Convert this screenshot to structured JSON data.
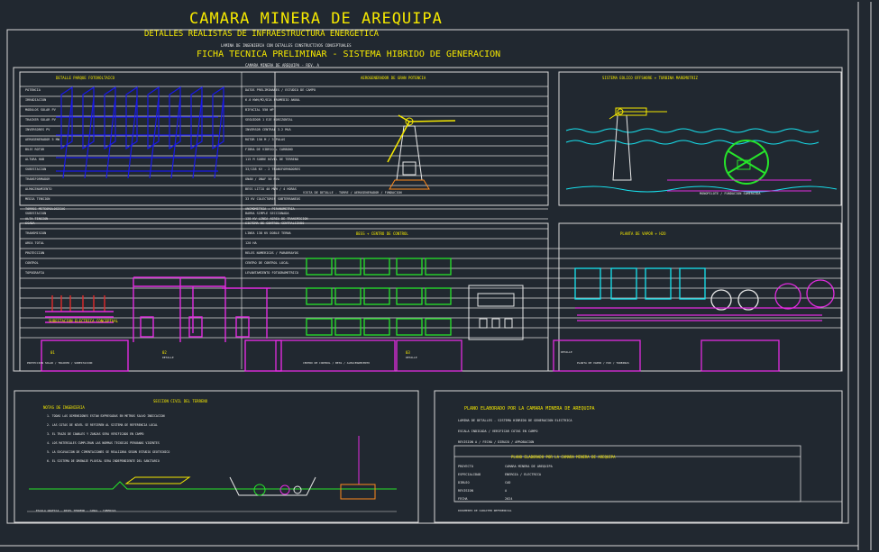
{
  "colors": {
    "background": "#212830",
    "frame": "#d9d9d9",
    "title": "#f5e800",
    "cyan": "#17e3f0",
    "magenta": "#e22ce0",
    "green": "#26e52a",
    "orange": "#ff8a1c",
    "blue": "#1818e8",
    "red": "#e02a2a"
  },
  "titles": {
    "main": "CAMARA MINERA DE AREQUIPA",
    "sub": "DETALLES REALISTAS DE INFRAESTRUCTURA ENERGETICA",
    "caption": "LAMINA DE INGENIERIA CON DETALLES CONSTRUCTIVOS CONCEPTUALES",
    "sheet": "FICHA TECNICA PRELIMINAR - SISTEMA HIBRIDO DE GENERACION",
    "table_caption": "CAMARA MINERA DE AREQUIPA - REV. A"
  },
  "panels": {
    "solar": "DETALLE PARQUE FOTOVOLTAICO",
    "wind": "AEROGENERADOR DE GRAN POTENCIA",
    "offshore": "SISTEMA EOLICO OFFSHORE + TURBINA MAREMOTRIZ",
    "electrical": "SUBESTACION ELECTRICA CONCEPTUAL",
    "bess": "BESS + CENTRO DE CONTROL",
    "hydrogen": "PLANTA DE VAPOR + H2O",
    "civil": "SECCION CIVIL DEL TERRENO",
    "civil_notes_title": "NOTAS DE INGENIERIA",
    "plan": "PLANO ELABORADO POR LA CAMARA MINERA DE AREQUIPA",
    "plan_box_title": "PLANO ELABORADO POR LA CAMARA MINERA DE AREQUIPA"
  },
  "table_left": [
    "POTENCIA",
    "IRRADIACION",
    "MODULOS SOLAR PV",
    "TRACKER SOLAR PV",
    "INVERSORES PV",
    "AEROGENERADOR 5 MW",
    "BUJE ROTOR",
    "ALTURA HUB",
    "SUBESTACION",
    "TRANSFORMADOR",
    "ALMACENAMIENTO",
    "MEDIA TENSION",
    "TORRES METEOROLOGICAS",
    "ALTA TENSION",
    "SUBESTACION",
    "SCADA",
    "TRANSMISION",
    "AREA TOTAL",
    "PROTECCION",
    "CONTROL",
    "TOPOGRAFIA"
  ],
  "table_right": [
    "DATOS PRELIMINARES / ESTUDIO DE CAMPO",
    "6.0 KWH/M2/DIA PROMEDIO ANUAL",
    "BIFACIAL 550 WP",
    "SEGUIDOR 1 EJE HORIZONTAL",
    "INVERSOR CENTRAL 3.2 MVA",
    "ROTOR 150 M / 3 PALAS",
    "FIBRA DE VIDRIO + CARBONO",
    "115 M SOBRE NIVEL DE TERRENO",
    "33/138 KV - 2 TRANSFORMADORES",
    "ONAN / ONAF 50 MVA",
    "BESS LITIO 40 MWH / 4 HORAS",
    "33 KV COLECTORES SUBTERRANEOS",
    "ANEMOMETRIA + PIRANOMETRIA",
    "138 KV LINEA AEREA DE TRANSMISION",
    "BARRA SIMPLE SECCIONADA",
    "SISTEMA DE CONTROL CENTRALIZADO",
    "LINEA 138 KV DOBLE TERNA",
    "120 HA",
    "RELES NUMERICOS / PARARRAYOS",
    "CENTRO DE CONTROL LOCAL",
    "LEVANTAMIENTO FOTOGRAMETRICO"
  ],
  "table_extra": "VISTA DE DETALLE - TORRE / AEROGENERADOR / FUNDACION",
  "offshore_caption": "MONOPILOTE / FUNDACION SUMERGIDA",
  "stamps": [
    {
      "label": "01",
      "sub": "DETALLE",
      "text": "PROYECCION SOLAR / TRACKER / SUBESTACION"
    },
    {
      "label": "02",
      "sub": "DETALLE",
      "text": "CENTRO DE CONTROL / BESS / ALMACENAMIENTO"
    },
    {
      "label": "03",
      "sub": "DETALLE",
      "text": "PLANTA DE VAPOR / H2O / TURBINAS"
    }
  ],
  "civil_notes": [
    "1. TODAS LAS DIMENSIONES ESTAN EXPRESADAS EN METROS SALVO INDICACION",
    "2. LAS COTAS DE NIVEL SE REFIEREN AL SISTEMA DE REFERENCIA LOCAL",
    "3. EL TRAZO DE CANALES Y ZANJAS SERA VERIFICADO EN CAMPO",
    "4. LOS MATERIALES CUMPLIRAN LAS NORMAS TECNICAS PERUANAS VIGENTES",
    "5. LA EXCAVACION DE CIMENTACIONES SE REALIZARA SEGUN ESTUDIO GEOTECNICO",
    "6. EL SISTEMA DE DRENAJE PLUVIAL SERA INDEPENDIENTE DEL SANITARIO"
  ],
  "civil_footer": "ESCALA GRAFICA - NIVEL TERRENO - CANAL - TUBERIAS",
  "plan_lines": [
    "LAMINA DE DETALLES - SISTEMA HIBRIDO DE GENERACION ELECTRICA",
    "ESCALA INDICADA / VERIFICAR COTAS EN CAMPO",
    "REVISION A / FECHA / DIBUJO / APROBACION"
  ],
  "plan_box_rows": [
    "PROYECTO",
    "ESPECIALIDAD",
    "DIBUJO",
    "REVISION",
    "FECHA"
  ],
  "plan_box_values": [
    "CAMARA MINERA DE AREQUIPA",
    "ENERGIA / ELECTRICA",
    "CAD",
    "A",
    "2024"
  ],
  "plan_footer": "DOCUMENTO DE CARACTER REFERENCIAL"
}
